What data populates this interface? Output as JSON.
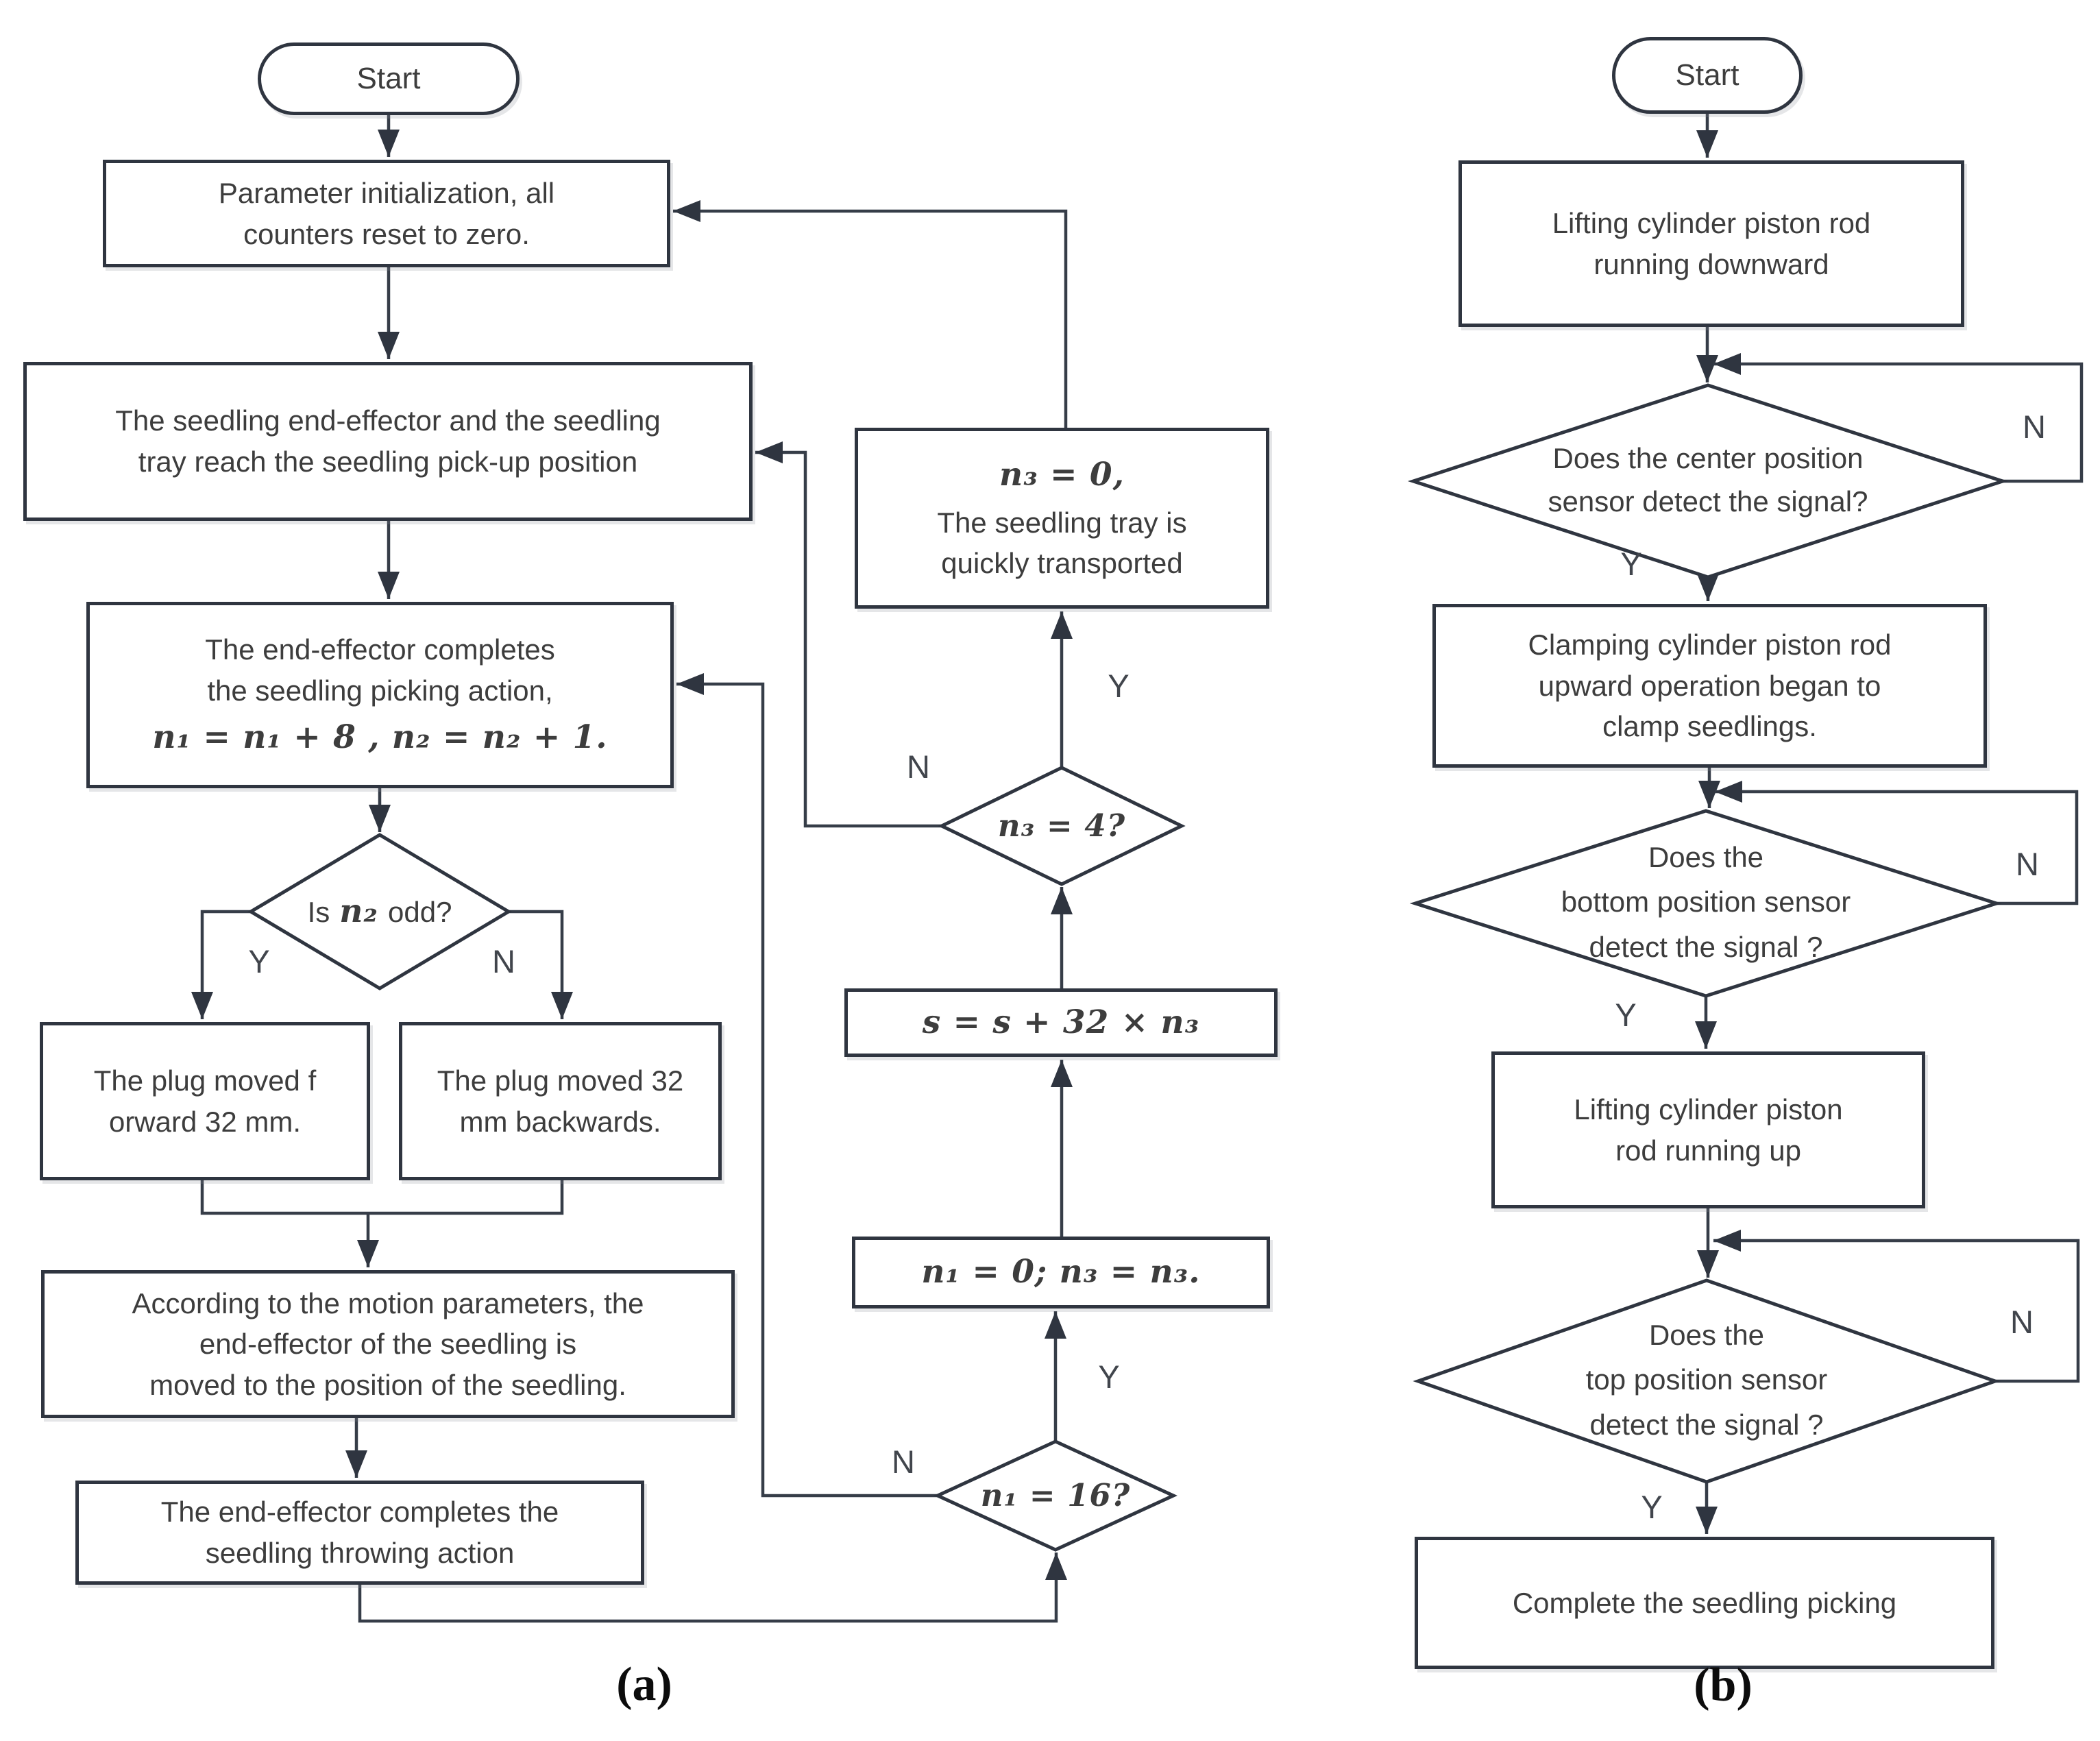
{
  "labels": {
    "yes": "Y",
    "no": "N"
  },
  "a": {
    "caption": "(a)",
    "start": "Start",
    "init": "Parameter initialization, all\ncounters reset to zero.",
    "reach": "The seedling end-effector and the seedling\ntray reach the seedling pick-up position",
    "pick_line1": "The end-effector completes",
    "pick_line2": "the seedling picking action,",
    "pick_math": "n₁ = n₁ + 8 , n₂ = n₂ + 1.",
    "odd_pre": "Is",
    "odd_math": "n₂",
    "odd_post": "odd?",
    "forward": "The plug moved f\norward 32 mm.",
    "backward": "The plug moved 32\nmm backwards.",
    "motion": "According to the motion parameters, the\nend-effector of the seedling is\nmoved to the position of the seedling.",
    "throw": "The end-effector completes the\nseedling throwing action",
    "n1_check": "n₁ = 16?",
    "n1_reset": "n₁ = 0; n₃ = n₃.",
    "s_update": "s = s + 32 × n₃",
    "n3_check": "n₃ = 4?",
    "n3_reset_math": "n₃ = 0,",
    "n3_reset_text": "The seedling tray is\nquickly transported"
  },
  "b": {
    "caption": "(b)",
    "start": "Start",
    "lift_down": "Lifting cylinder piston rod\nrunning downward",
    "center_sensor": "Does the center position\nsensor detect the signal?",
    "clamp": "Clamping cylinder piston rod\nupward operation began to\nclamp seedlings.",
    "bottom_sensor": "Does the\nbottom position sensor\ndetect the signal ?",
    "lift_up": "Lifting cylinder piston\nrod running up",
    "top_sensor": "Does the\ntop position sensor\ndetect the signal ?",
    "complete": "Complete the seedling picking"
  },
  "colors": {
    "line": "#363d48",
    "border": "#2f3540",
    "text": "#3d3d3d"
  }
}
